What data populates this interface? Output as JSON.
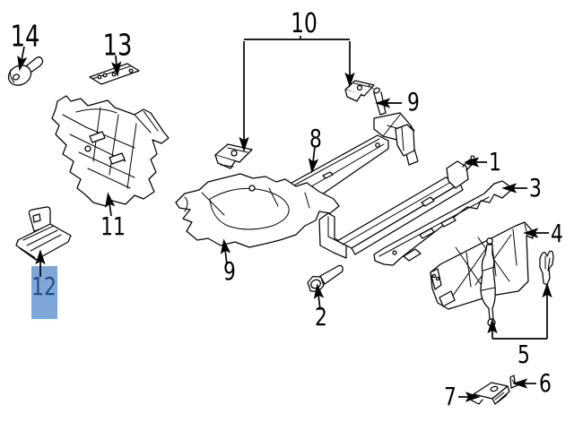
{
  "canvas": {
    "background": "#ffffff",
    "line_color": "#000000"
  },
  "highlight": {
    "fill": "#7FA6D9",
    "text_color": "#1F4D87",
    "highlighted_callout": "12"
  },
  "callouts": [
    {
      "id": "1",
      "label": "1"
    },
    {
      "id": "2",
      "label": "2"
    },
    {
      "id": "3",
      "label": "3"
    },
    {
      "id": "4",
      "label": "4"
    },
    {
      "id": "5",
      "label": "5"
    },
    {
      "id": "6",
      "label": "6"
    },
    {
      "id": "7",
      "label": "7"
    },
    {
      "id": "8",
      "label": "8"
    },
    {
      "id": "9-upper",
      "label": "9"
    },
    {
      "id": "9-lower",
      "label": "9"
    },
    {
      "id": "10",
      "label": "10"
    },
    {
      "id": "11",
      "label": "11"
    },
    {
      "id": "12",
      "label": "12"
    },
    {
      "id": "13",
      "label": "13"
    },
    {
      "id": "14",
      "label": "14"
    }
  ]
}
